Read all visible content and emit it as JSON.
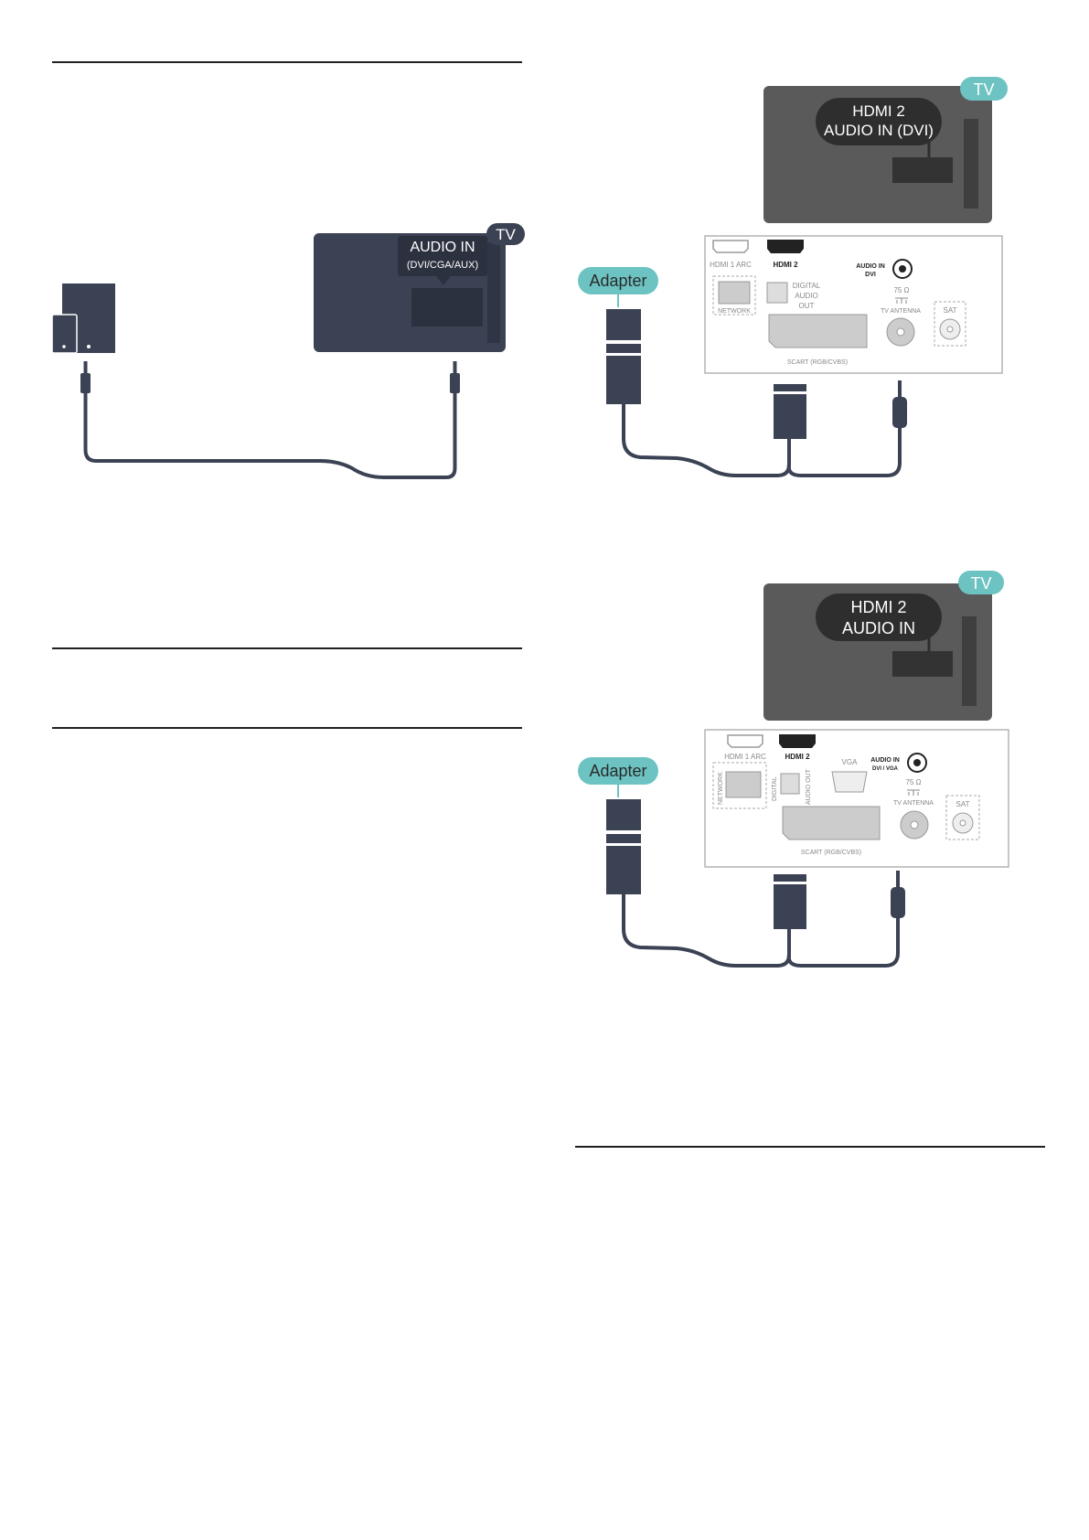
{
  "colors": {
    "tv_panel": "#5a5a5a",
    "device_panel": "#3b4253",
    "tv_badge": "#6cc3c2",
    "adapter_badge": "#6cc3c2",
    "cable": "#3b4253",
    "connector_panel_border": "#b3b3b3"
  },
  "figure_audio_in_aux": {
    "tv_badge": "TV",
    "port_label_line1": "AUDIO IN",
    "port_label_line2": "(DVI/CGA/AUX)"
  },
  "figure_hdmi2_dvi": {
    "tv_badge": "TV",
    "callout_line1": "HDMI 2",
    "callout_line2": "AUDIO IN (DVI)",
    "adapter_badge": "Adapter",
    "ports": {
      "hdmi1": "HDMI 1 ARC",
      "hdmi2": "HDMI 2",
      "audio_in_line1": "AUDIO IN",
      "audio_in_line2": "DVI",
      "digital_line1": "DIGITAL",
      "digital_line2": "AUDIO",
      "digital_line3": "OUT",
      "ohm": "75 Ω",
      "network": "NETWORK",
      "tv_antenna": "TV ANTENNA",
      "sat": "SAT",
      "scart": "SCART (RGB/CVBS)"
    }
  },
  "figure_hdmi2_vga": {
    "tv_badge": "TV",
    "callout_line1": "HDMI 2",
    "callout_line2": "AUDIO IN",
    "adapter_badge": "Adapter",
    "ports": {
      "hdmi1": "HDMI 1 ARC",
      "hdmi2": "HDMI 2",
      "vga": "VGA",
      "audio_in_line1": "AUDIO IN",
      "audio_in_line2": "DVI / VGA",
      "digital": "DIGITAL",
      "audio_out": "AUDIO OUT",
      "ohm": "75 Ω",
      "network": "NETWORK",
      "tv_antenna": "TV ANTENNA",
      "sat": "SAT",
      "scart": "SCART (RGB/CVBS)"
    }
  }
}
